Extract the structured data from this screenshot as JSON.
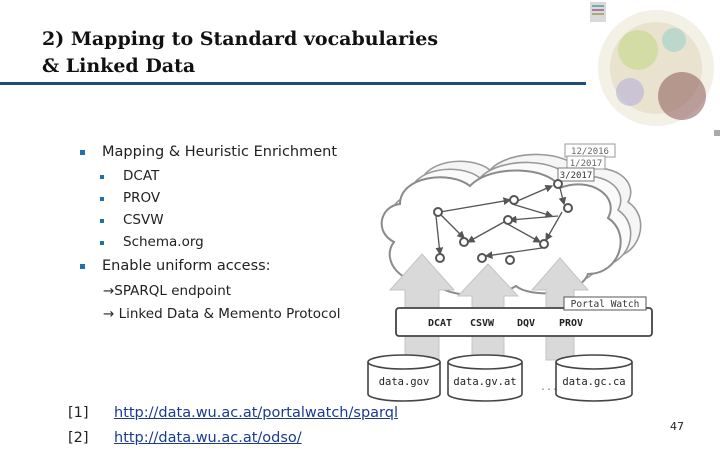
{
  "slide": {
    "title_line1": "2) Mapping to Standard vocabularies",
    "title_line2": "& Linked Data",
    "page_number": "47"
  },
  "bullets": {
    "mapping": "Mapping & Heuristic Enrichment",
    "sub": [
      "DCAT",
      "PROV",
      "CSVW",
      "Schema.org"
    ],
    "uniform": "Enable uniform access:",
    "arrow_items": [
      "→SPARQL endpoint",
      "→ Linked Data & Memento Protocol"
    ]
  },
  "references": [
    {
      "label": "[1]",
      "url": "http://data.wu.ac.at/portalwatch/sparql"
    },
    {
      "label": "[2]",
      "url": "http://data.wu.ac.at/odso/"
    }
  ],
  "diagram": {
    "snapshot_labels": [
      "12/2016",
      "1/2017",
      "3/2017"
    ],
    "portal_watch_label": "Portal Watch",
    "vocabularies": [
      "DCAT",
      "CSVW",
      "DQV",
      "PROV"
    ],
    "portals": [
      "data.gov",
      "data.gv.at",
      "data.gc.ca"
    ],
    "ellipsis": "..."
  }
}
